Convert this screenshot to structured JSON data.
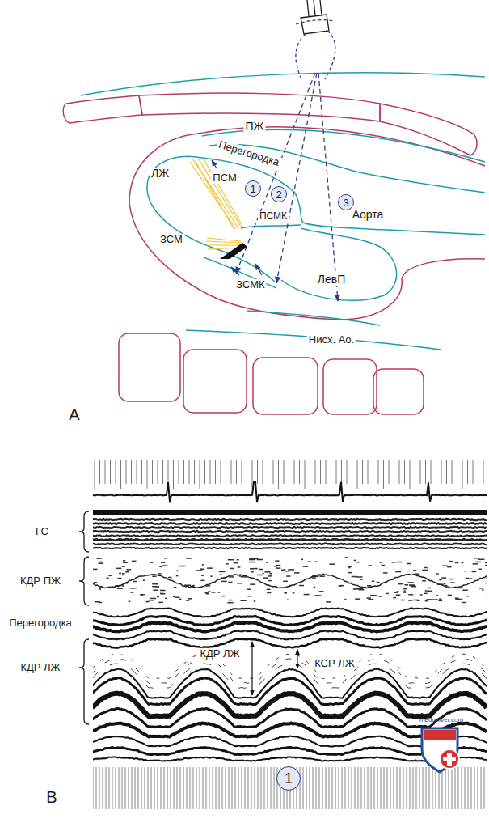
{
  "diagram": {
    "nodes": [
      {
        "text": [
          "1"
        ]
      },
      {
        "text": [
          "2"
        ]
      },
      {
        "text": [
          "3"
        ]
      },
      {
        "text": [
          "1"
        ]
      }
    ],
    "labels": [
      "ПЖ",
      "Перегородка",
      "ЛЖ",
      "ПСМ",
      "ПСМК",
      "Аорта",
      "ЗСМ",
      "ЗСМК",
      "ЛевП",
      "Нисх. Ао.",
      "A",
      "ГС",
      "КДР ПЖ",
      "Перегородка",
      "КДР ЛЖ",
      "КДР ЛЖ",
      "КСР ЛЖ",
      "meduniver.com",
      "B"
    ]
  }
}
